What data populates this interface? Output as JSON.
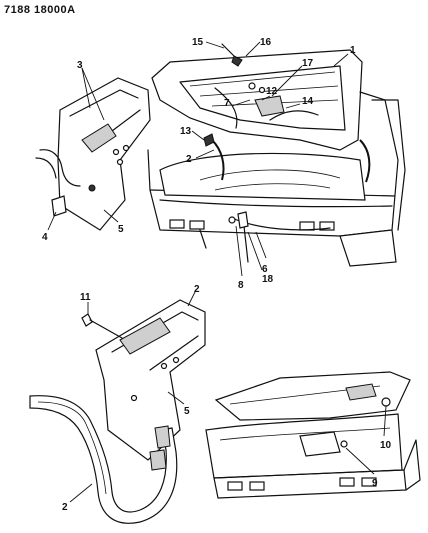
{
  "document": {
    "code": "7188 18000A"
  },
  "callouts": [
    {
      "id": "c1",
      "label": "1"
    },
    {
      "id": "c2a",
      "label": "2"
    },
    {
      "id": "c2b",
      "label": "2"
    },
    {
      "id": "c2c",
      "label": "2"
    },
    {
      "id": "c3",
      "label": "3"
    },
    {
      "id": "c4",
      "label": "4"
    },
    {
      "id": "c5a",
      "label": "5"
    },
    {
      "id": "c5b",
      "label": "5"
    },
    {
      "id": "c6",
      "label": "6"
    },
    {
      "id": "c7",
      "label": "7"
    },
    {
      "id": "c8",
      "label": "8"
    },
    {
      "id": "c9",
      "label": "9"
    },
    {
      "id": "c10",
      "label": "10"
    },
    {
      "id": "c11",
      "label": "11"
    },
    {
      "id": "c12",
      "label": "12"
    },
    {
      "id": "c13",
      "label": "13"
    },
    {
      "id": "c14",
      "label": "14"
    },
    {
      "id": "c15",
      "label": "15"
    },
    {
      "id": "c16",
      "label": "16"
    },
    {
      "id": "c17",
      "label": "17"
    },
    {
      "id": "c18",
      "label": "18"
    }
  ]
}
